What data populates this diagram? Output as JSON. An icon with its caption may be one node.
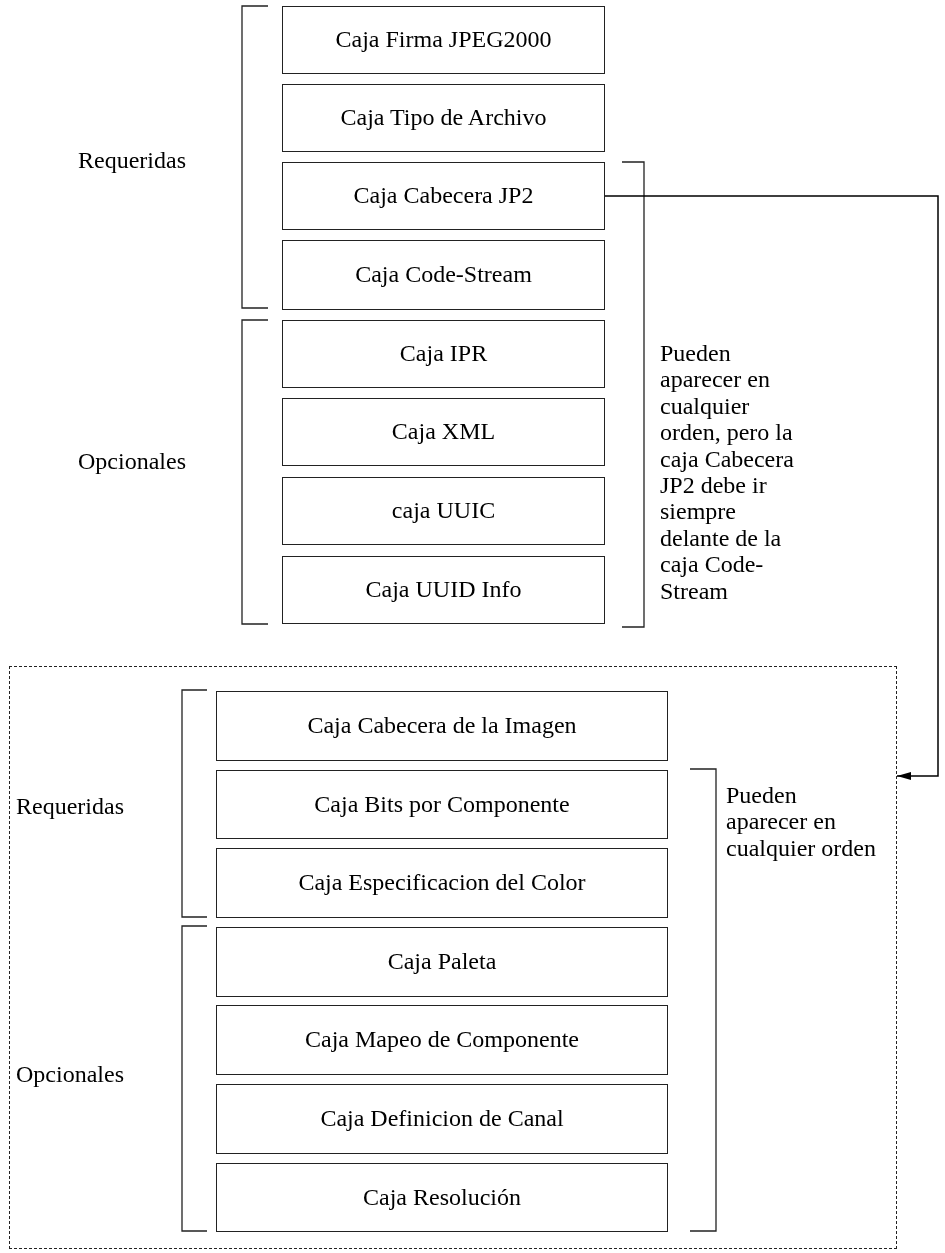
{
  "diagram": {
    "nodes": [
      {
        "text": [
          "Caja Firma JPEG2000"
        ]
      },
      {
        "text": [
          "Caja Tipo de Archivo"
        ]
      },
      {
        "text": [
          "Caja Cabecera JP2"
        ]
      },
      {
        "text": [
          "Caja Code-Stream"
        ]
      },
      {
        "text": [
          "Caja IPR"
        ]
      },
      {
        "text": [
          "Caja XML"
        ]
      },
      {
        "text": [
          "caja UUIC"
        ]
      },
      {
        "text": [
          "Caja UUID Info"
        ]
      },
      {
        "text": [],
        "shape": "box"
      },
      {
        "text": [
          "Caja Cabecera de la Imagen"
        ],
        "in": 8
      },
      {
        "text": [
          "Caja Bits por Componente"
        ],
        "in": 8
      },
      {
        "text": [
          "Caja Especificacion del Color"
        ],
        "in": 8
      },
      {
        "text": [
          "Caja Paleta"
        ],
        "in": 8
      },
      {
        "text": [
          "Caja Mapeo de Componente"
        ],
        "in": 8
      },
      {
        "text": [
          "Caja Definicion de Canal"
        ],
        "in": 8
      },
      {
        "text": [
          "Caja Resolución"
        ],
        "in": 8
      }
    ],
    "edges": [
      {
        "from": 2,
        "to": 8,
        "arrow": "to"
      }
    ],
    "labels": [
      "Requeridas",
      "Opcionales",
      "Pueden aparecer en cualquier orden, pero la caja Cabecera JP2 debe ir siempre delante de la caja Code-Stream",
      "Requeridas",
      "Opcionales",
      "Pueden aparecer en cualquier orden"
    ]
  }
}
